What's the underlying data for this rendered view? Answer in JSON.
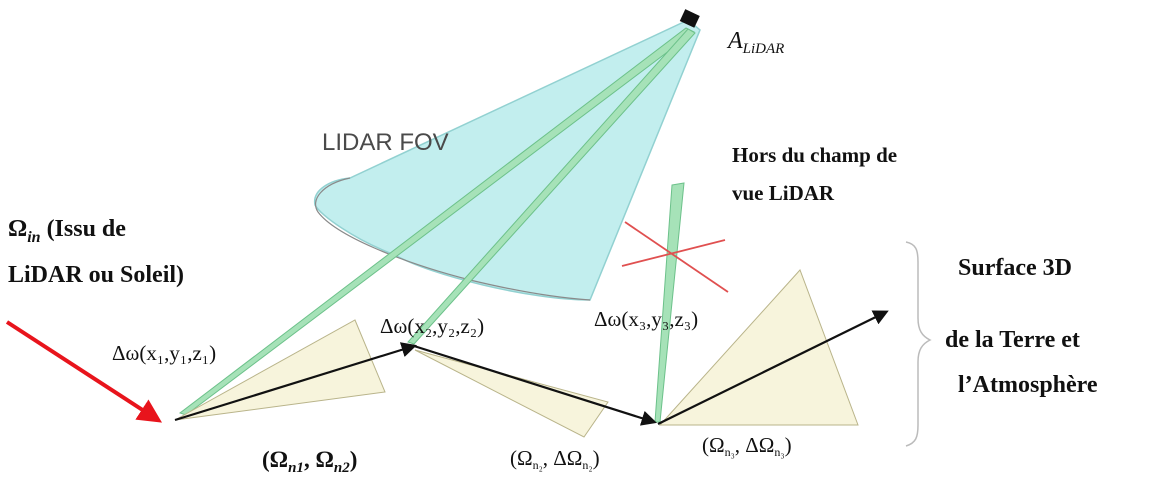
{
  "labels": {
    "lidar_symbol": "A",
    "lidar_subscript": "LiDAR",
    "fov": "LIDAR FOV",
    "hors_line1": "Hors du champ de",
    "hors_line2": "vue LiDAR",
    "omega_in_symbol": "Ω",
    "omega_in_subscript": "in",
    "omega_in_line1": " (Issu de",
    "omega_in_line2": "LiDAR ou Soleil)",
    "surface_line1": "Surface 3D",
    "surface_line2": "de la Terre et",
    "surface_line3": "l’Atmosphère",
    "dw1": "Δω(x₁,y₁,z₁)",
    "dw2": "Δω(x₂,y₂,z₂)",
    "dw3": "Δω(x₃,y₃,z₃)",
    "omega_n1n2": {
      "open": "(",
      "o1": "Ω",
      "s1": "n1",
      "comma": ", ",
      "o2": "Ω",
      "s2": "n2",
      "close": ")"
    },
    "omega_n2": {
      "open": "(Ω",
      "s1": "n₂",
      "mid": ", ΔΩ",
      "s2": "n₂",
      "close": ")"
    },
    "omega_n3": {
      "open": "(Ω",
      "s1": "n₃",
      "mid": ", ΔΩ",
      "s2": "n₃",
      "close": ")"
    }
  },
  "colors": {
    "fov_fill": "#b8ecec",
    "fov_stroke": "#7fc9c9",
    "beam_fill": "#a6e2b8",
    "beam_stroke": "#6cc18a",
    "cone_fill": "#f7f4dc",
    "cone_stroke": "#b9b48a",
    "incident_arrow": "#e8141c",
    "path_arrow": "#111111",
    "cross": "#e05050",
    "lidar_sensor": "#111111"
  }
}
